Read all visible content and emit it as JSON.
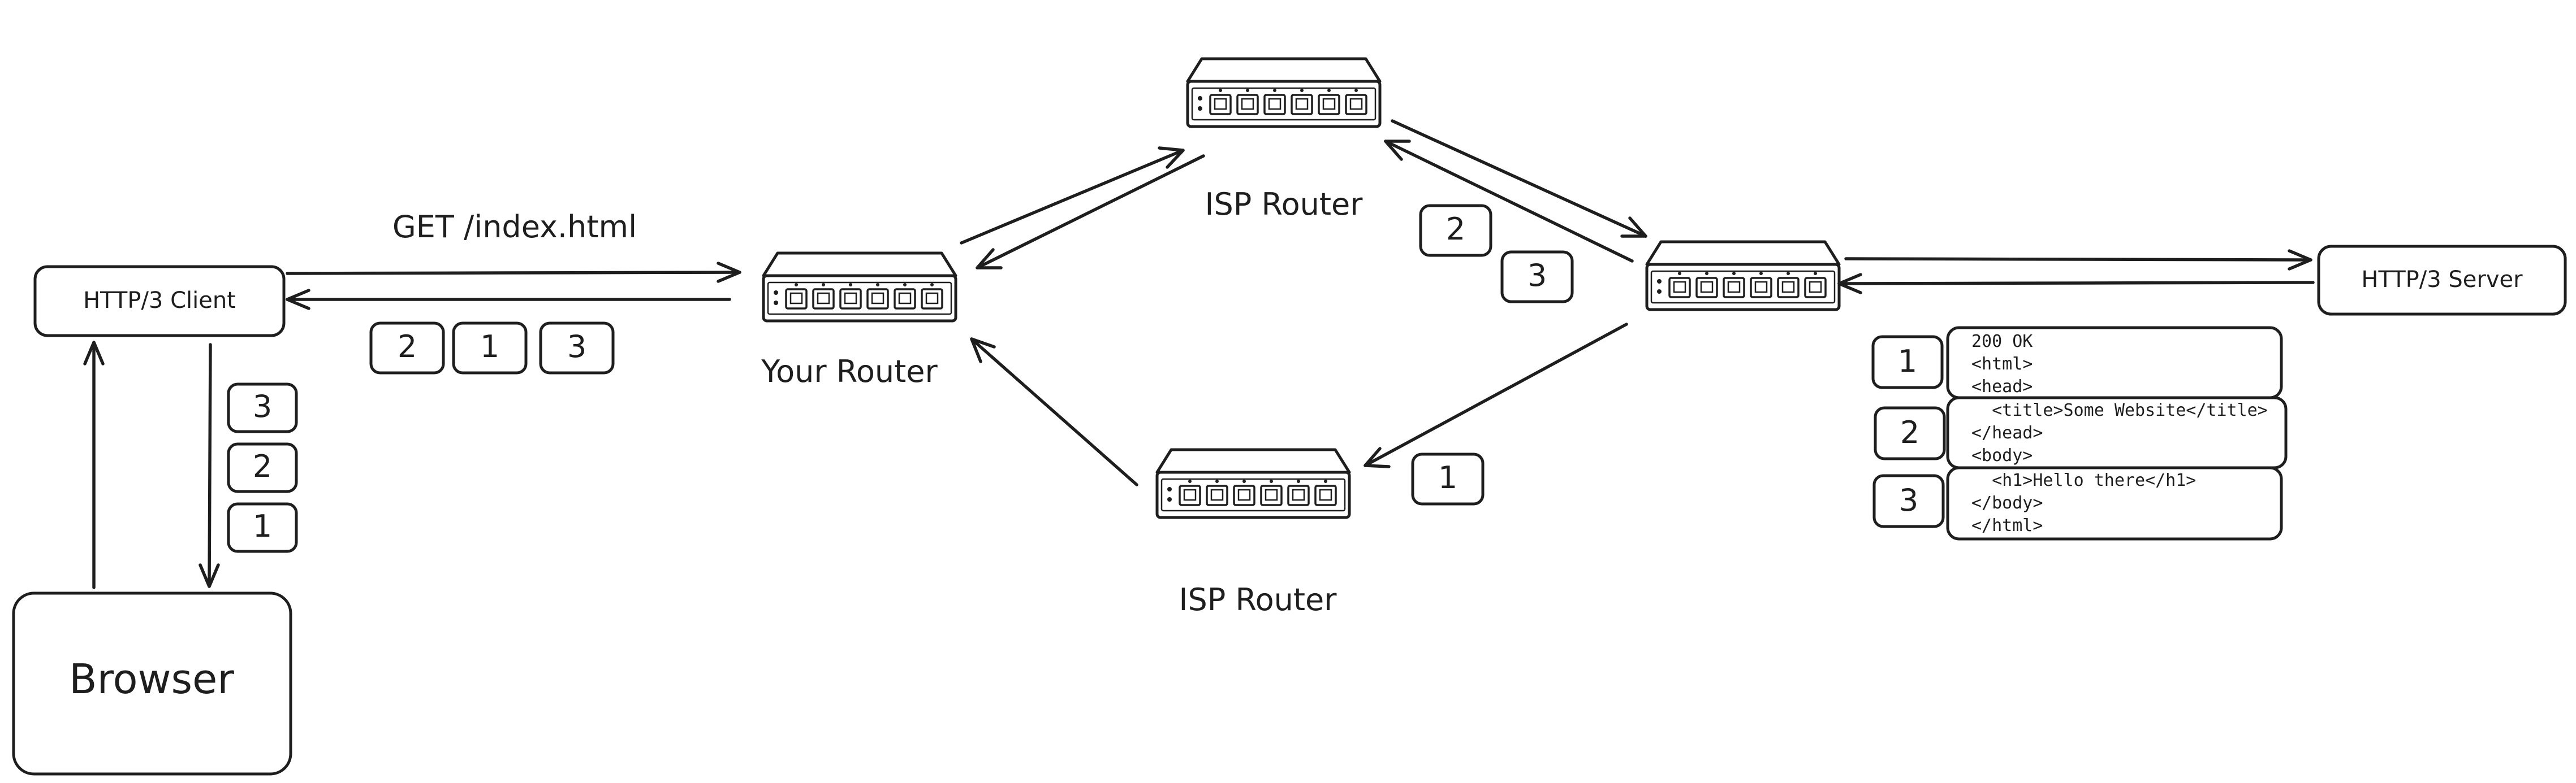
{
  "labels": {
    "client": "HTTP/3 Client",
    "server": "HTTP/3 Server",
    "browser": "Browser",
    "your_router": "Your Router",
    "isp_router_top": "ISP Router",
    "isp_router_bottom": "ISP Router",
    "request": "GET /index.html"
  },
  "packets": {
    "client_to_router": [
      "2",
      "1",
      "3"
    ],
    "client_to_browser": [
      "3",
      "2",
      "1"
    ],
    "top_path": [
      "2",
      "3"
    ],
    "bottom_path": [
      "1"
    ]
  },
  "response_chunks": [
    {
      "id": "1",
      "lines": [
        "200 OK",
        "<html>",
        "<head>"
      ]
    },
    {
      "id": "2",
      "lines": [
        "  <title>Some Website</title>",
        "</head>",
        "<body>"
      ]
    },
    {
      "id": "3",
      "lines": [
        "  <h1>Hello there</h1>",
        "</body>",
        "</html>"
      ]
    }
  ]
}
